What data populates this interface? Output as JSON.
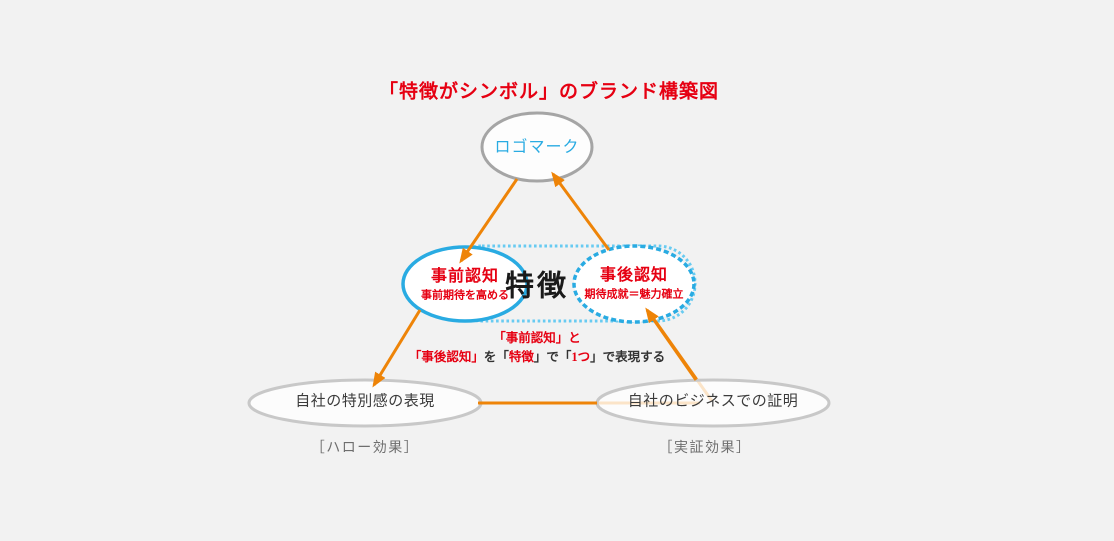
{
  "diagram": {
    "title": "「特徴がシンボル」のブランド構築図",
    "nodes": {
      "logo": {
        "label": "ロゴマーク"
      },
      "pre_recognition": {
        "label": "事前認知",
        "sublabel": "事前期待を高める"
      },
      "feature": {
        "label": "特徴"
      },
      "post_recognition": {
        "label": "事後認知",
        "sublabel": "期待成就＝魅力確立"
      },
      "halo": {
        "label": "自社の特別感の表現",
        "tag": "［ハロー効果］"
      },
      "proof": {
        "label": "自社のビジネスでの証明",
        "tag": "［実証効果］"
      }
    },
    "annotation": {
      "line1": "「事前認知」と",
      "line2_red1": "「事後認知」",
      "line2_black1": "を「",
      "line2_red2": "特徴",
      "line2_black2": "」で「",
      "line2_red3": "1つ",
      "line2_black3": "」で表現する"
    },
    "colors": {
      "background": "#f2f2f2",
      "title_red": "#e60012",
      "logo_blue": "#29abe2",
      "ellipse_blue": "#29abe2",
      "dotted_frame_blue": "#68cbf1",
      "arrow_orange": "#ee8408",
      "logo_border_gray": "#a5a5a5",
      "bottom_border_gray": "#c8c8c8",
      "text_dark": "#3b3b3b",
      "tag_gray": "#6e6e6e"
    }
  }
}
